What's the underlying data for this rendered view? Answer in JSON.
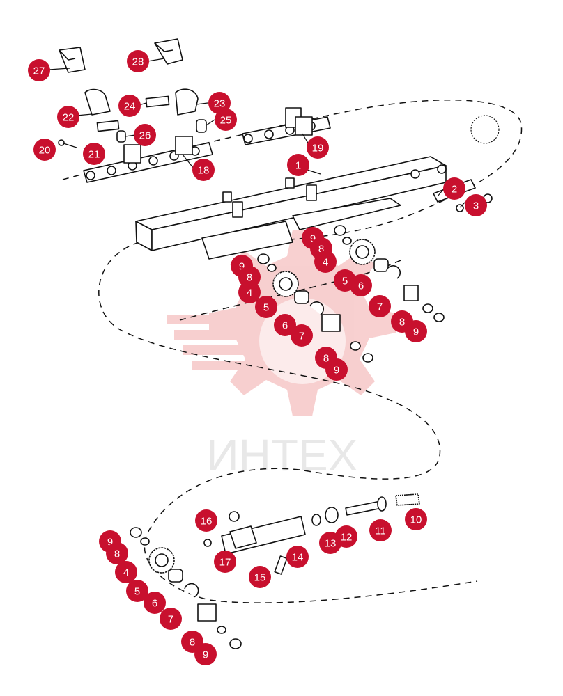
{
  "watermark": {
    "text": "ИНТЕХ",
    "color": "#f2a9a9"
  },
  "callout_color": "#c8102e",
  "callouts": [
    {
      "label": "27"
    },
    {
      "label": "28"
    },
    {
      "label": "22"
    },
    {
      "label": "24"
    },
    {
      "label": "23"
    },
    {
      "label": "25"
    },
    {
      "label": "26"
    },
    {
      "label": "20"
    },
    {
      "label": "21"
    },
    {
      "label": "19"
    },
    {
      "label": "18"
    },
    {
      "label": "1"
    },
    {
      "label": "2"
    },
    {
      "label": "3"
    },
    {
      "label": "9"
    },
    {
      "label": "8"
    },
    {
      "label": "4"
    },
    {
      "label": "5"
    },
    {
      "label": "6"
    },
    {
      "label": "7"
    },
    {
      "label": "9"
    },
    {
      "label": "8"
    },
    {
      "label": "4"
    },
    {
      "label": "5"
    },
    {
      "label": "6"
    },
    {
      "label": "7"
    },
    {
      "label": "8"
    },
    {
      "label": "9"
    },
    {
      "label": "8"
    },
    {
      "label": "9"
    },
    {
      "label": "16"
    },
    {
      "label": "17"
    },
    {
      "label": "14"
    },
    {
      "label": "15"
    },
    {
      "label": "13"
    },
    {
      "label": "12"
    },
    {
      "label": "11"
    },
    {
      "label": "10"
    },
    {
      "label": "9"
    },
    {
      "label": "8"
    },
    {
      "label": "4"
    },
    {
      "label": "5"
    },
    {
      "label": "6"
    },
    {
      "label": "7"
    },
    {
      "label": "8"
    },
    {
      "label": "9"
    }
  ]
}
